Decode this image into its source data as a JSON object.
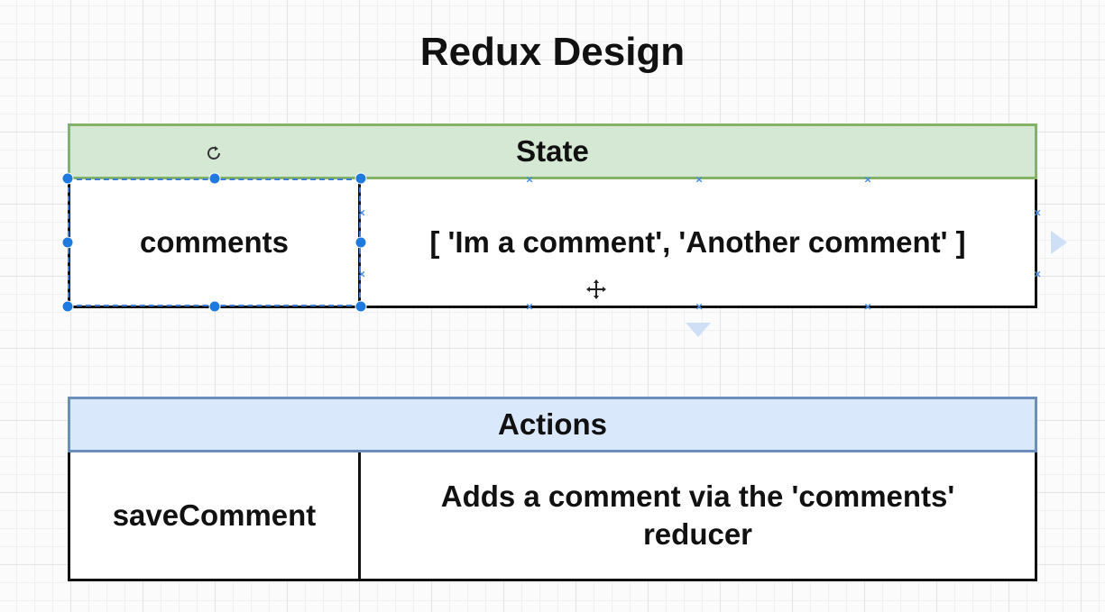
{
  "title": "Redux Design",
  "state_table": {
    "header": "State",
    "rows": [
      {
        "key": "comments",
        "value": "[ 'Im a comment', 'Another comment' ]"
      }
    ]
  },
  "actions_table": {
    "header": "Actions",
    "rows": [
      {
        "key": "saveComment",
        "value": "Adds a comment via the 'comments' reducer"
      }
    ]
  },
  "colors": {
    "state_header_fill": "#d5e8d4",
    "state_header_border": "#82b366",
    "actions_header_fill": "#dae8fc",
    "actions_header_border": "#6c8ebf",
    "selection_accent": "#1f7ae0"
  },
  "editor_overlays": {
    "selected_cell": "comments",
    "icons": [
      "rotate-icon",
      "move-icon",
      "connect-arrow-right-icon",
      "connect-arrow-down-icon"
    ]
  }
}
